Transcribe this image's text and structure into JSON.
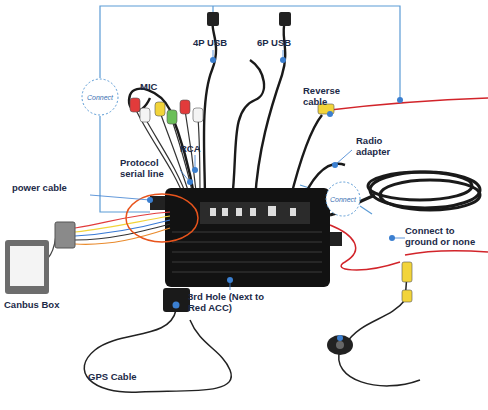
{
  "diagram": {
    "nodes": [
      {
        "text": [
          "Connect"
        ]
      },
      {
        "text": [
          "Connect"
        ]
      }
    ],
    "labels": [
      "4P USB",
      "6P USB",
      "MIC",
      "Reverse cable",
      "RCA",
      "Radio adapter",
      "Protocol serial line",
      "power cable",
      "Connect to ground or none",
      "3rd Hole (Next to Red ACC)",
      "Canbus Box",
      "GPS Cable"
    ]
  }
}
